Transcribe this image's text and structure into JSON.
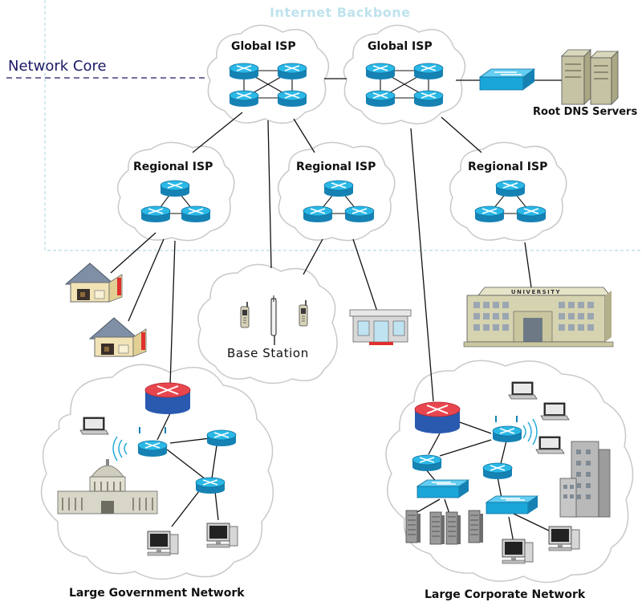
{
  "title": "Internet Backbone",
  "network_core_label": "Network Core",
  "global_isps": [
    "Global ISP",
    "Global ISP"
  ],
  "regional_isps": [
    "Regional ISP",
    "Regional ISP",
    "Regional ISP"
  ],
  "root_dns_label": "Root DNS Servers",
  "base_station_label": "Base Station",
  "university_sign": "UNIVERSITY",
  "government_network_label": "Large Government Network",
  "corporate_network_label": "Large Corporate Network",
  "colors": {
    "router_cyan": "#1aa6d8",
    "core_router_red": "#e8464f",
    "core_router_blue": "#2a5ab0",
    "cloud_stroke": "#c9c9c9",
    "boundary_dash": "#b8dbe6",
    "core_line": "#1a1a66"
  }
}
